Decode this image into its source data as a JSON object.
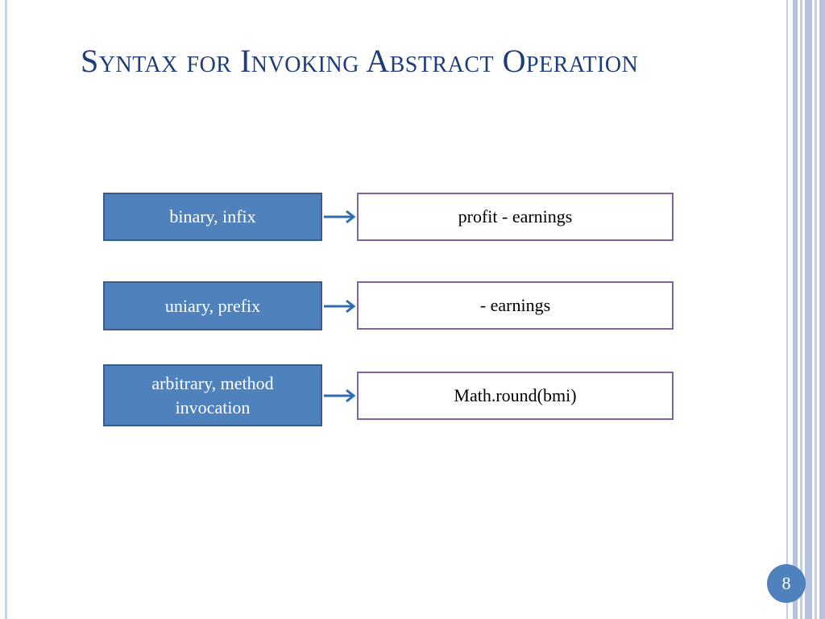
{
  "slide": {
    "title": "Syntax for Invoking Abstract Operation",
    "page_number": "8"
  },
  "rows": [
    {
      "label": "binary, infix",
      "example": "profit - earnings"
    },
    {
      "label": "uniary, prefix",
      "example": "- earnings"
    },
    {
      "label": "arbitrary, method invocation",
      "example": "Math.round(bmi)"
    }
  ],
  "colors": {
    "title": "#1f3d7a",
    "left_box_fill": "#4f81bd",
    "left_box_border": "#385d8a",
    "right_box_border": "#8064a2",
    "arrow": "#2e6db4",
    "stripes": "#b4c3e0"
  },
  "icons": {
    "connector": "arrow-right-icon"
  }
}
